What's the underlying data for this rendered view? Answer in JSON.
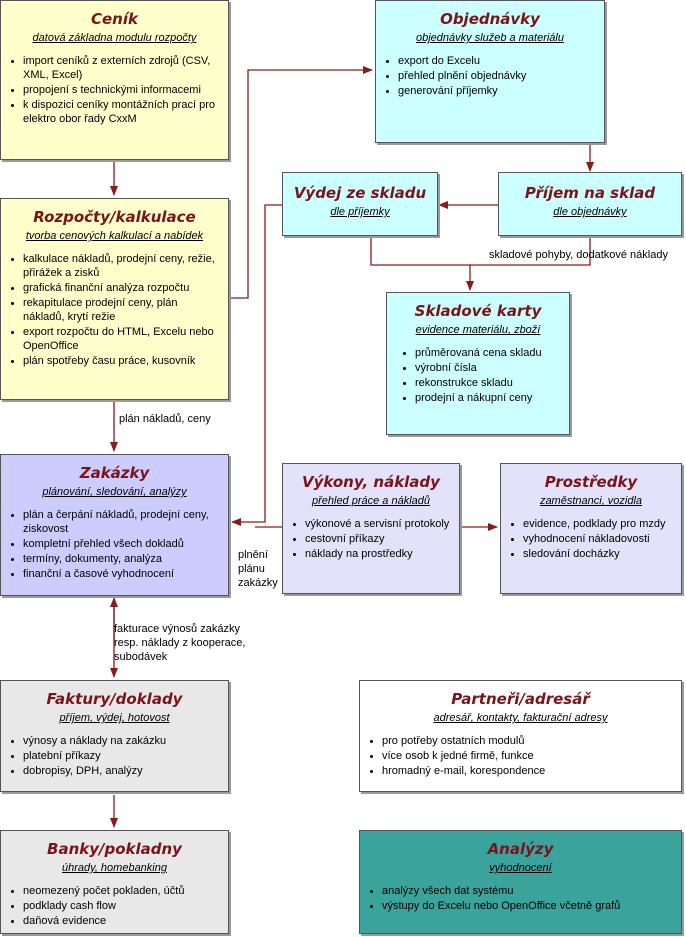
{
  "boxes": {
    "cenik": {
      "title": "Ceník",
      "subtitle": "datová základna modulu rozpočty",
      "items": [
        "import ceníků z externích zdrojů (CSV, XML, Excel)",
        "propojení s technickými informacemi",
        "k dispozici ceníky montážních prací pro elektro obor řady CxxM"
      ]
    },
    "rozpocty": {
      "title": "Rozpočty/kalkulace",
      "subtitle": "tvorba cenových kalkulací a nabídek",
      "items": [
        "kalkulace nákladů, prodejní ceny, režie, přirážek a zisků",
        "grafická finanční analýza rozpočtu",
        "rekapitulace prodejní ceny, plán nákladů, krytí režie",
        "export rozpočtu do HTML, Excelu nebo OpenOffice",
        "plán spotřeby času práce, kusovník"
      ]
    },
    "zakazky": {
      "title": "Zakázky",
      "subtitle": "plánování, sledování, analýzy",
      "items": [
        "plán a čerpání nákladů, prodejní ceny, ziskovost",
        "kompletní přehled všech dokladů",
        "termíny, dokumenty, analýza",
        "finanční a časové vyhodnocení"
      ]
    },
    "faktury": {
      "title": "Faktury/doklady",
      "subtitle": "příjem, výdej, hotovost",
      "items": [
        "výnosy a náklady na zakázku",
        "platební příkazy",
        "dobropisy, DPH, analýzy"
      ]
    },
    "banky": {
      "title": "Banky/pokladny",
      "subtitle": "úhrady, homebanking",
      "items": [
        "neomezený počet pokladen, účtů",
        "podklady cash flow",
        "daňová evidence"
      ]
    },
    "objednavky": {
      "title": "Objednávky",
      "subtitle": "objednávky služeb a materiálu",
      "items": [
        "export do Excelu",
        "přehled plnění objednávky",
        "generování příjemky"
      ]
    },
    "vydej": {
      "title": "Výdej ze skladu",
      "subtitle": "dle příjemky",
      "items": []
    },
    "prijem": {
      "title": "Příjem na sklad",
      "subtitle": "dle objednávky",
      "items": []
    },
    "karty": {
      "title": "Skladové karty",
      "subtitle": "evidence materiálu, zboží",
      "items": [
        "průměrovaná cena skladu",
        "výrobní čísla",
        "rekonstrukce skladu",
        "prodejní a nákupní ceny"
      ]
    },
    "vykony": {
      "title": "Výkony, náklady",
      "subtitle": "přehled práce a nákladů",
      "items": [
        "výkonové a servisní protokoly",
        "cestovní příkazy",
        "náklady na prostředky"
      ]
    },
    "prostredky": {
      "title": "Prostředky",
      "subtitle": "zaměstnanci, vozidla",
      "items": [
        "evidence, podklady pro mzdy",
        "vyhodnocení nákladovosti",
        "sledování docházky"
      ]
    },
    "partneri": {
      "title": "Partneři/adresář",
      "subtitle": "adresář, kontakty, fakturační adresy",
      "items": [
        "pro potřeby ostatních modulů",
        "více osob k jedné firmě, funkce",
        "hromadný e-mail, korespondence"
      ]
    },
    "analyzy": {
      "title": "Analýzy",
      "subtitle": "vyhodnocení",
      "items": [
        "analýzy všech dat systému",
        "výstupy do Excelu nebo OpenOffice včetně grafů"
      ]
    }
  },
  "labels": {
    "plan_naklady": "plán nákladů, ceny",
    "skladove_pohyby": "skladové pohyby, dodatkové náklady",
    "plneni_planu": "plnění\nplánu\nzakázky",
    "fakturace": "fakturace výnosů zakázky resp. náklady z kooperace, subodávek"
  },
  "colors": {
    "title": "#7a1418",
    "arrow": "#8b1a1a",
    "yellow": "#ffffcc",
    "cyan": "#ccffff",
    "lavender": "#ccccff",
    "lavender_light": "#e4e2fa",
    "grey": "#e8e8e8",
    "white": "#ffffff",
    "teal": "#3aa39b"
  }
}
